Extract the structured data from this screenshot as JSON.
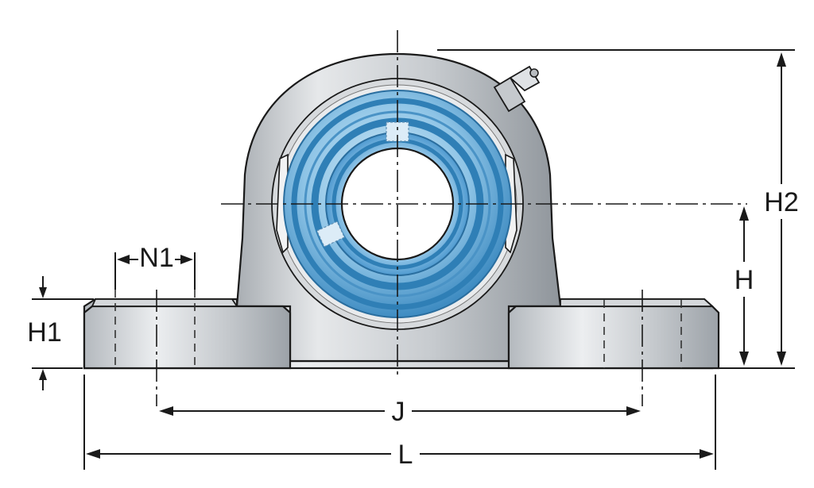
{
  "diagram": {
    "labels": {
      "h2": "H2",
      "h": "H",
      "h1": "H1",
      "n1": "N1",
      "j": "J",
      "l": "L"
    },
    "colors": {
      "housing": "#c9cdd1",
      "housing_dark": "#9aa0a6",
      "bearing_ring": "#2f7fb6",
      "bearing_light": "#8cc3e6",
      "line": "#1a1a1a"
    }
  }
}
